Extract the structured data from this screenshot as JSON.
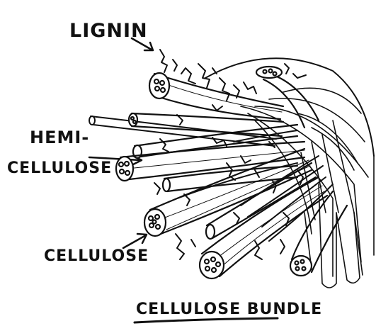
{
  "labels": {
    "lignin": "LIGNIN",
    "hemicellulose_line1": "HEMI-",
    "hemicellulose_line2": "CELLULOSE",
    "cellulose": "CELLULOSE",
    "title": "CELLULOSE BUNDLE"
  },
  "colors": {
    "ink": "#111111",
    "paper": "#ffffff"
  }
}
